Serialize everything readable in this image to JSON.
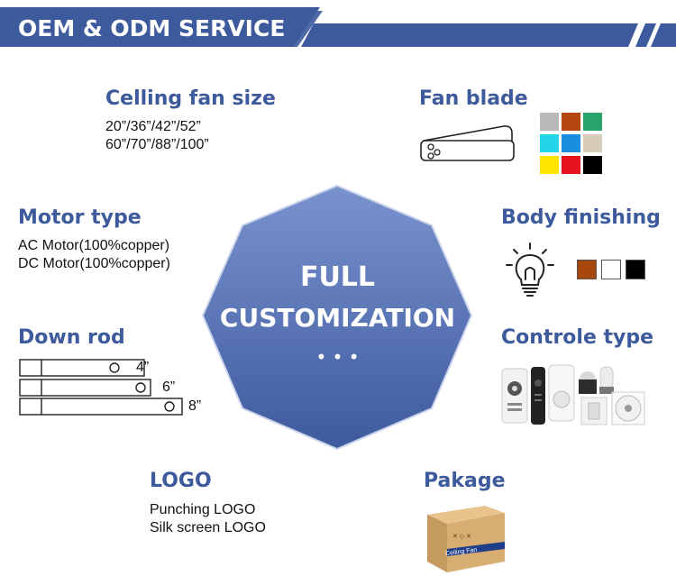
{
  "banner": {
    "title": "OEM & ODM SERVICE"
  },
  "center": {
    "line1": "FULL",
    "line2": "CUSTOMIZATION",
    "dots": "• • •"
  },
  "size": {
    "heading": "Celling fan size",
    "line1": "20”/36”/42”/52”",
    "line2": "60”/70”/88”/100”"
  },
  "blade": {
    "heading": "Fan blade",
    "colors": [
      "#b9b9b9",
      "#b3470f",
      "#28a36a",
      "#22d6e8",
      "#1a8de0",
      "#d6ccb8",
      "#ffe400",
      "#e8131c",
      "#000000"
    ]
  },
  "motor": {
    "heading": "Motor type",
    "line1": "AC Motor(100%copper)",
    "line2": "DC Motor(100%copper)"
  },
  "body": {
    "heading": "Body finishing",
    "colors": [
      "#a8470d",
      "#ffffff",
      "#000000"
    ]
  },
  "rod": {
    "heading": "Down rod",
    "labels": [
      "4”",
      "6”",
      "8”"
    ]
  },
  "control": {
    "heading": "Controle type"
  },
  "logo": {
    "heading": "LOGO",
    "line1": "Punching LOGO",
    "line2": "Silk screen LOGO"
  },
  "package": {
    "heading": "Pakage",
    "box_label": "Ceiling Fan"
  }
}
